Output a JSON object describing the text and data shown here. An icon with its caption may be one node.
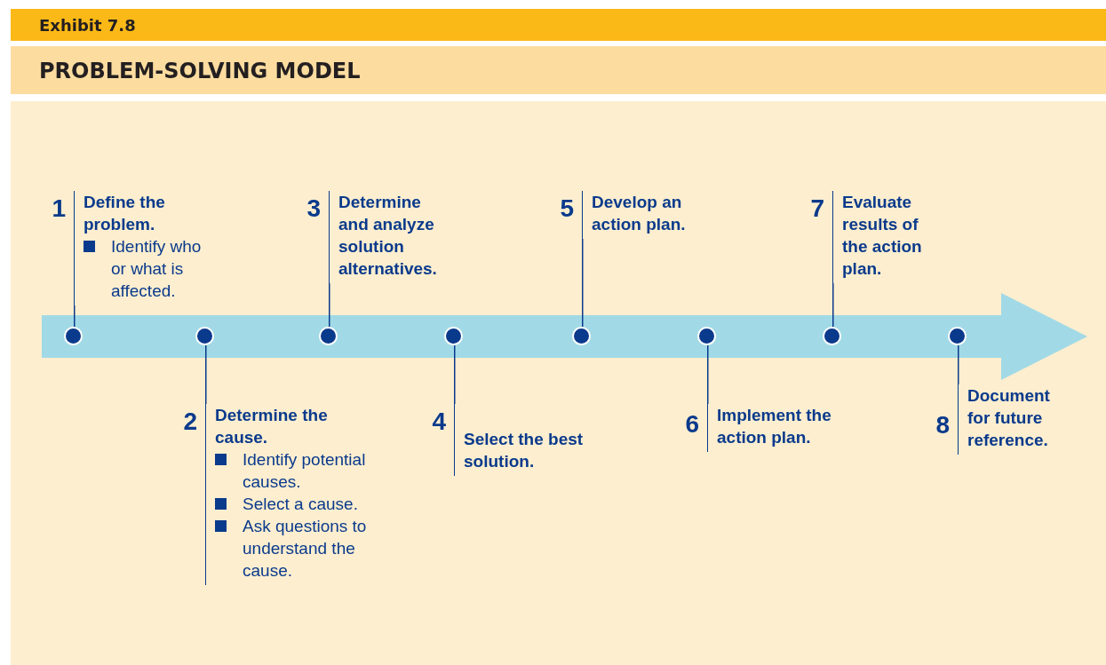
{
  "diagram": {
    "title": "PROBLEM-SOLVING MODEL",
    "nodes": [
      {
        "text": [
          "1",
          "Define the problem.",
          "Identify who or what is affected."
        ]
      },
      {
        "text": [
          "2",
          "Determine the cause.",
          "Identify potential causes.",
          "Select a cause.",
          "Ask questions to understand the cause."
        ]
      },
      {
        "text": [
          "3",
          "Determine and analyze solution alternatives."
        ]
      },
      {
        "text": [
          "4",
          "Select the best solution."
        ]
      },
      {
        "text": [
          "5",
          "Develop an action plan."
        ]
      },
      {
        "text": [
          "6",
          "Implement the action plan."
        ]
      },
      {
        "text": [
          "7",
          "Evaluate results of the action plan."
        ]
      },
      {
        "text": [
          "8",
          "Document for future reference."
        ]
      },
      {
        "text": [],
        "shape": "circle"
      },
      {
        "text": [],
        "shape": "circle"
      },
      {
        "text": [],
        "shape": "circle"
      },
      {
        "text": [],
        "shape": "circle"
      },
      {
        "text": [],
        "shape": "circle"
      },
      {
        "text": [],
        "shape": "circle"
      },
      {
        "text": [],
        "shape": "circle"
      },
      {
        "text": [],
        "shape": "circle"
      }
    ],
    "edges": [
      {
        "from": 0,
        "to": 8,
        "arrow": "none"
      },
      {
        "from": 1,
        "to": 9,
        "arrow": "none"
      },
      {
        "from": 2,
        "to": 10,
        "arrow": "none"
      },
      {
        "from": 3,
        "to": 11,
        "arrow": "none"
      },
      {
        "from": 4,
        "to": 12,
        "arrow": "none"
      },
      {
        "from": 5,
        "to": 13,
        "arrow": "none"
      },
      {
        "from": 6,
        "to": 14,
        "arrow": "none"
      },
      {
        "from": 7,
        "to": 15,
        "arrow": "none"
      }
    ],
    "labels": [
      "Exhibit 7.8"
    ]
  }
}
